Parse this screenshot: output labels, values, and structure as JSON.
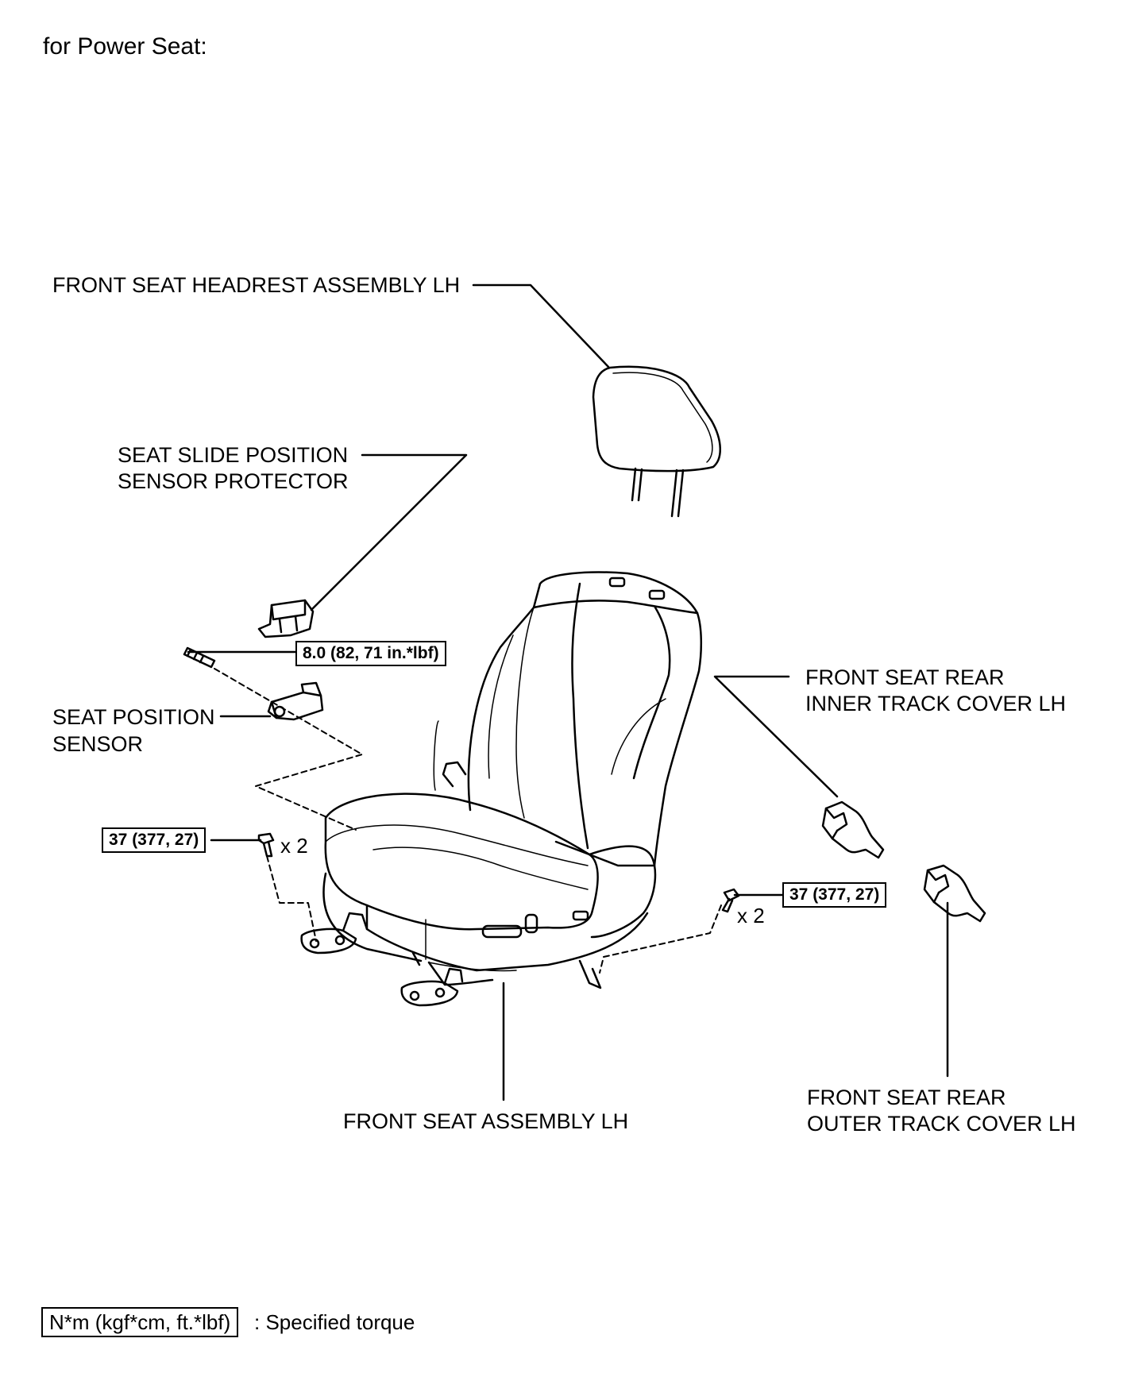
{
  "header": {
    "title": "for Power Seat:"
  },
  "labels": {
    "headrest": "FRONT SEAT HEADREST ASSEMBLY LH",
    "protector_line1": "SEAT SLIDE POSITION",
    "protector_line2": "SENSOR PROTECTOR",
    "sensor_line1": "SEAT POSITION",
    "sensor_line2": "SENSOR",
    "inner_cover_line1": "FRONT SEAT REAR",
    "inner_cover_line2": "INNER TRACK COVER LH",
    "outer_cover_line1": "FRONT SEAT REAR",
    "outer_cover_line2": "OUTER TRACK COVER LH",
    "seat_assembly": "FRONT SEAT ASSEMBLY LH"
  },
  "torque": {
    "sensor_bolt": "8.0 (82, 71 in.*lbf)",
    "left_bolt": "37 (377, 27)",
    "right_bolt": "37 (377, 27)"
  },
  "quantities": {
    "left": "x 2",
    "right": "x 2"
  },
  "legend": {
    "box_text": "N*m (kgf*cm, ft.*lbf)",
    "description": ": Specified torque"
  }
}
